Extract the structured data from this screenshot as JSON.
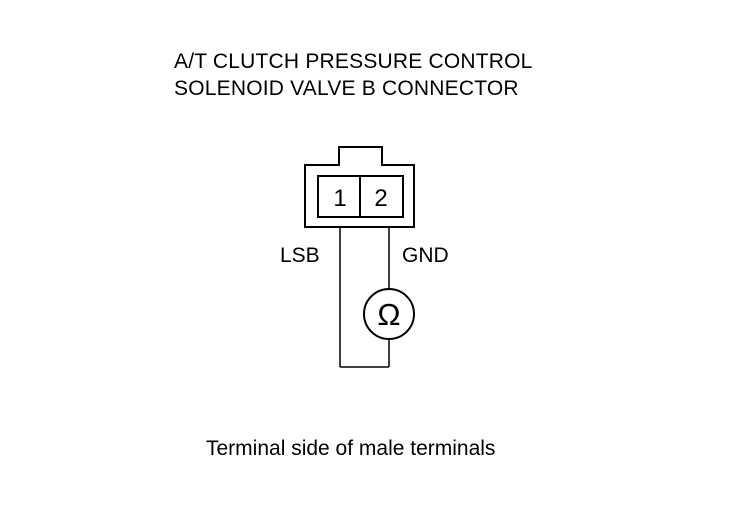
{
  "diagram": {
    "title_lines": [
      "A/T CLUTCH PRESSURE CONTROL",
      "SOLENOID VALVE B CONNECTOR"
    ],
    "terminals": [
      {
        "number": "1",
        "signal": "LSB"
      },
      {
        "number": "2",
        "signal": "GND"
      }
    ],
    "meter_symbol": "Ω",
    "caption": "Terminal side of male terminals"
  },
  "colors": {
    "line": "#000000",
    "background": "#ffffff"
  }
}
